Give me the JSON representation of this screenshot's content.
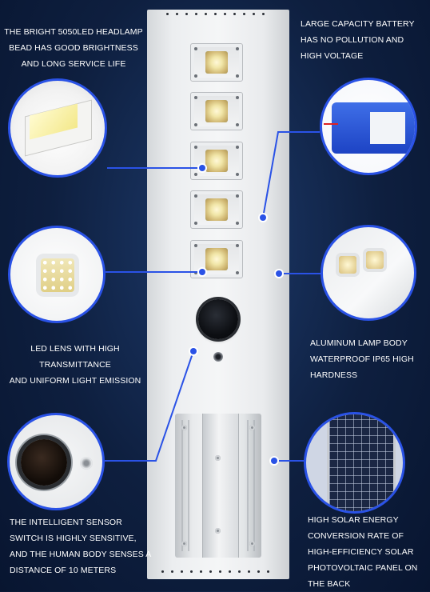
{
  "captions": {
    "headlamp": [
      "THE BRIGHT 5050LED HEADLAMP",
      "BEAD HAS GOOD BRIGHTNESS",
      "AND LONG SERVICE LIFE"
    ],
    "battery": [
      "LARGE CAPACITY BATTERY",
      "HAS NO POLLUTION AND",
      "HIGH VOLTAGE"
    ],
    "lens": [
      "LED LENS WITH HIGH",
      "TRANSMITTANCE",
      "AND UNIFORM LIGHT EMISSION"
    ],
    "body": [
      "ALUMINUM LAMP BODY",
      "WATERPROOF IP65 HIGH",
      "HARDNESS"
    ],
    "sensor": [
      "THE INTELLIGENT SENSOR",
      "SWITCH IS HIGHLY SENSITIVE,",
      "AND THE HUMAN BODY SENSES A",
      "DISTANCE OF 10 METERS"
    ],
    "solar": [
      "HIGH SOLAR ENERGY",
      "CONVERSION RATE OF",
      "HIGH-EFFICIENCY SOLAR",
      "PHOTOVOLTAIC PANEL ON",
      "THE BACK"
    ]
  },
  "colors": {
    "background": "#0e1f3f",
    "accent": "#2a52e6",
    "text": "#ffffff"
  },
  "icons": [
    "led-bead-icon",
    "battery-icon",
    "lens-icon",
    "lamp-body-icon",
    "sensor-icon",
    "solar-panel-icon"
  ]
}
